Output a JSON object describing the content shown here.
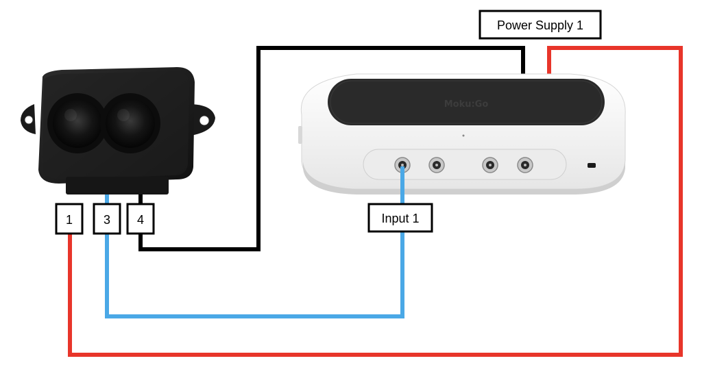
{
  "labels": {
    "pin1": "1",
    "pin3": "3",
    "pin4": "4",
    "power_supply": "Power Supply 1",
    "input": "Input 1",
    "device_brand": "Moku:Go"
  },
  "colors": {
    "wire_red": "#e8352a",
    "wire_blue": "#4aa8e6",
    "wire_black": "#000000",
    "sensor_body": "#1c1c1c",
    "device_shell": "#f4f4f4",
    "device_top": "#2a2a2a"
  },
  "icons": {
    "sensor": "lidar-sensor-icon",
    "device": "moku-go-device-icon",
    "bnc": "bnc-connector-icon"
  }
}
